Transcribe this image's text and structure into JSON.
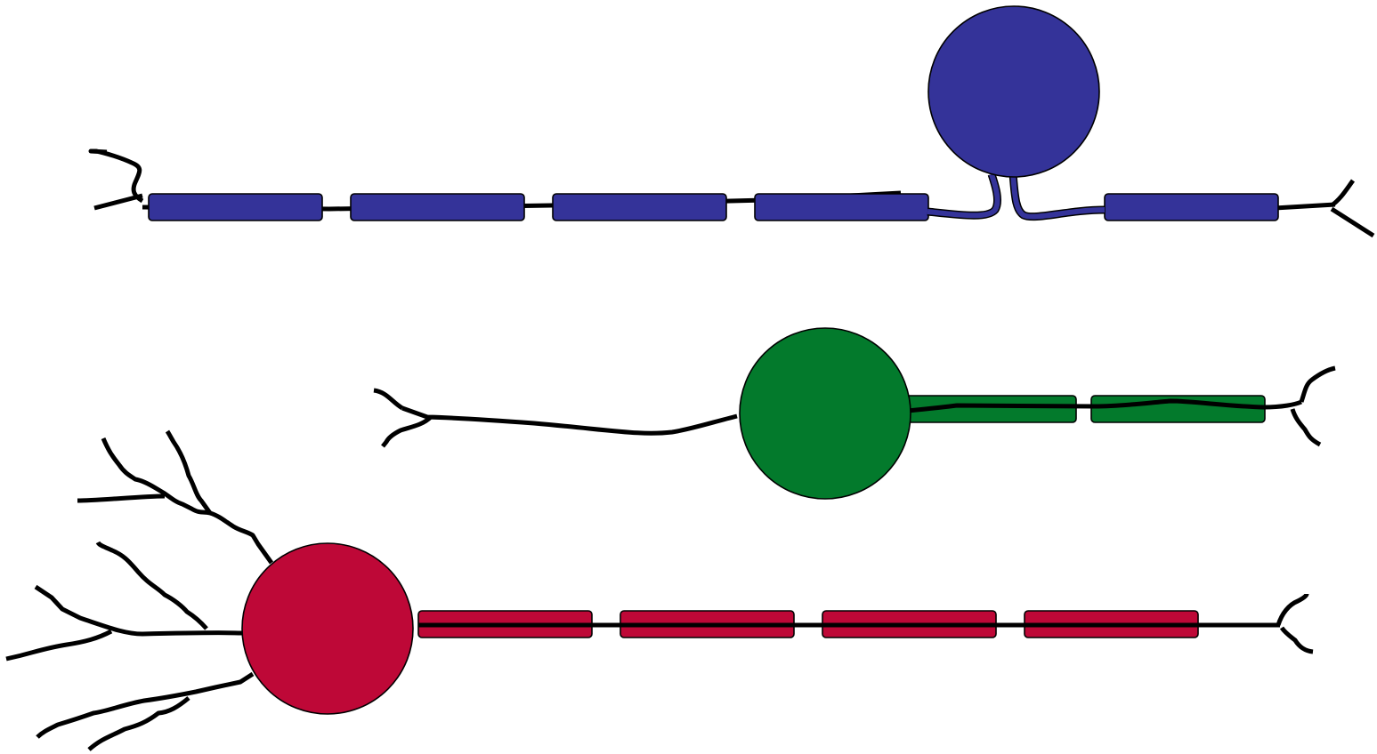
{
  "colors": {
    "blue_neuron": "#343399",
    "green_neuron": "#037A2C",
    "red_neuron": "#BE0837",
    "outline": "#000000",
    "background": "#FFFFFF"
  },
  "neurons": [
    {
      "id": "blue",
      "type": "unipolar",
      "myelin_segments": 5,
      "color": "#343399"
    },
    {
      "id": "green",
      "type": "bipolar",
      "myelin_segments": 2,
      "color": "#037A2C"
    },
    {
      "id": "red",
      "type": "multipolar",
      "myelin_segments": 4,
      "color": "#BE0837"
    }
  ]
}
